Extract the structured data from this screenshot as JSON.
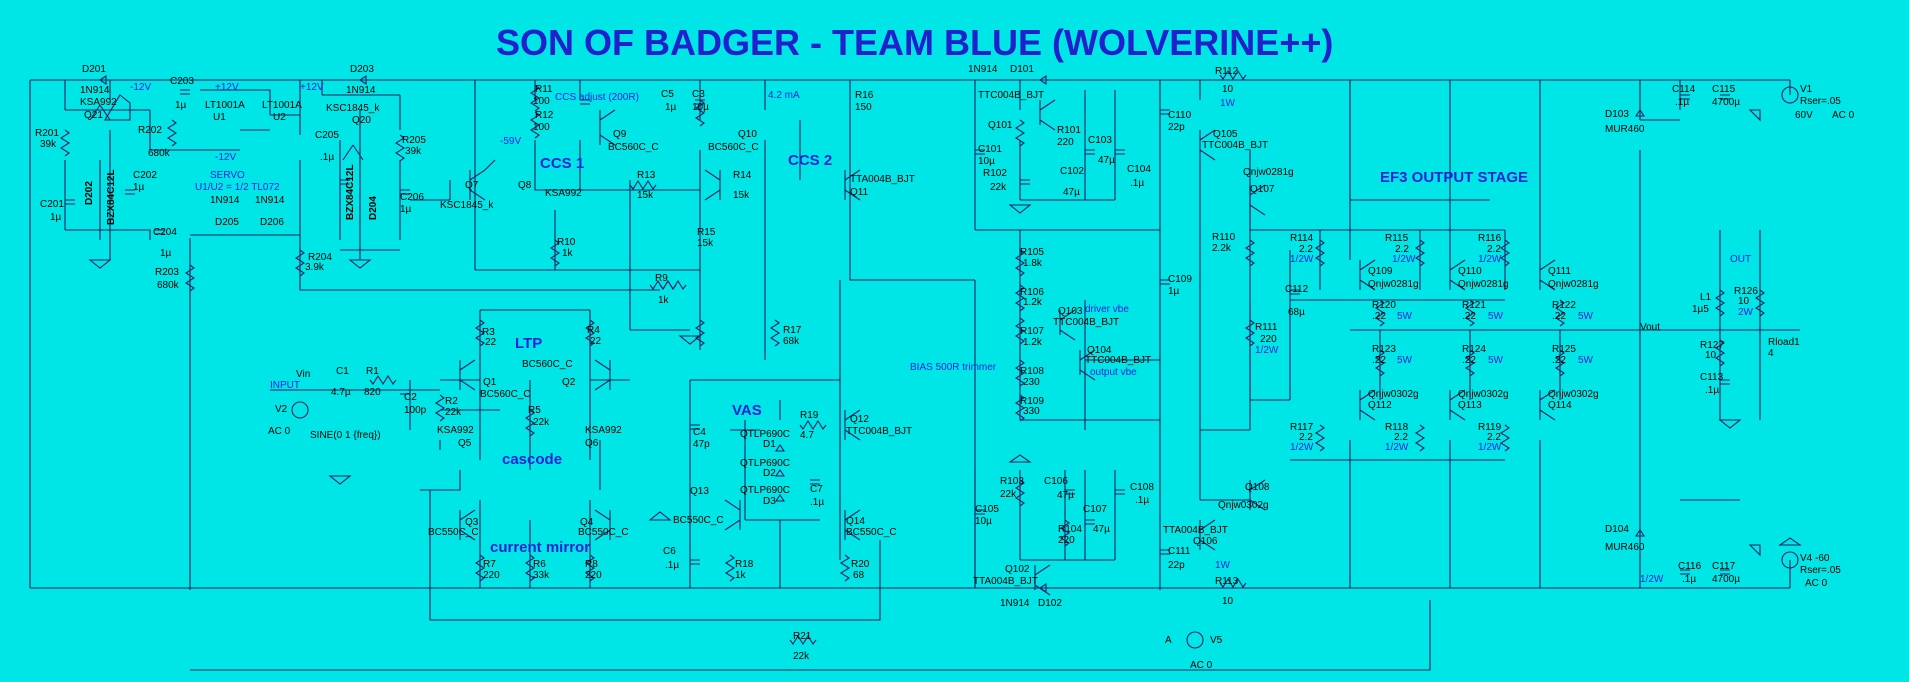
{
  "title": "SON OF BADGER - TEAM BLUE (WOLVERINE++)",
  "section_labels": {
    "ccs1": "CCS 1",
    "ccs2": "CCS 2",
    "ltp": "LTP",
    "cascode": "cascode",
    "current_mirror": "current mirror",
    "vas": "VAS",
    "ef3": "EF3 OUTPUT STAGE",
    "servo": "SERVO",
    "servo_note": "U1/U2 = 1/2 TL072",
    "ccs_adjust": "CCS adjust (200R)",
    "ccs2_current": "4.2 mA",
    "bias_trimmer": "BIAS 500R trimmer",
    "driver_vbe": "driver vbe",
    "output_vbe": "output vbe",
    "input": "INPUT",
    "out": "OUT",
    "vout": "Vout",
    "vin": "Vin"
  },
  "servo": {
    "D201": "D201",
    "D201_val": "1N914",
    "rail_m12": "-12V",
    "C203": "C203",
    "C203_val": "1µ",
    "U1": "U1",
    "U1_part": "LT1001A",
    "U2": "U2",
    "U2_part": "LT1001A",
    "rail_p12a": "+12V",
    "rail_p12b": "+12V",
    "rail_m12b": "-12V",
    "Q21": "Q21",
    "Q21_part": "KSA992",
    "R201": "R201",
    "R201_val": "39k",
    "R202": "R202",
    "R202_val": "680k",
    "C202": "C202",
    "C202_val": "1µ",
    "D202": "D202",
    "D202_part": "BZX84C12L",
    "C201": "C201",
    "C201_val": "1µ",
    "C204": "C204",
    "C204_val": "1µ",
    "D205": "D205",
    "D205_val": "1N914",
    "D206": "D206",
    "D206_val": "1N914",
    "R203": "R203",
    "R203_val": "680k",
    "D203": "D203",
    "D203_val": "1N914",
    "Q20": "Q20",
    "Q20_part": "KSC1845_k",
    "C205": "C205",
    "C205_val": ".1µ",
    "R205": "R205",
    "R205_val": "39k",
    "D204": "D204",
    "D204_part": "BZX84C12L",
    "C206": "C206",
    "C206_val": "1µ",
    "R204": "R204",
    "R204_val": "3.9k"
  },
  "input_stage": {
    "R11": "R11",
    "R11_val": "100",
    "R12": "R12",
    "R12_val": "100",
    "rail_m59": "-59V",
    "Q9": "Q9",
    "Q9_part": "BC560C_C",
    "Q7": "Q7",
    "Q7_part": "KSC1845_k",
    "Q8": "Q8",
    "Q8_part": "KSA992",
    "R13": "R13",
    "R13_val": "15k",
    "R10": "R10",
    "R10_val": "1k",
    "R9": "R9",
    "R9_val": "1k",
    "C5": "C5",
    "C5_val": "1µ",
    "C3": "C3",
    "C3_val": "10µ",
    "R15": "R15",
    "R15_val": "15k",
    "R3": "R3",
    "R3_val": "22",
    "R4": "R4",
    "R4_val": "22",
    "Q2_part": "BC560C_C",
    "Q1": "Q1",
    "Q1_part": "BC560C_C",
    "Q2": "Q2",
    "C1": "C1",
    "C1_val": "4.7µ",
    "R1": "R1",
    "R1_val": "820",
    "C2": "C2",
    "C2_val": "100p",
    "R2": "R2",
    "R2_val": "22k",
    "V2": "V2",
    "V2_ac": "AC 0",
    "V2_sine": "SINE(0 1 {freq})",
    "R5": "R5",
    "R5_val": "22k",
    "Q5": "Q5",
    "Q5_part": "KSA992",
    "Q6": "Q6",
    "Q6_part": "KSA992",
    "Q3": "Q3",
    "Q3_part": "BC550C_C",
    "Q4": "Q4",
    "Q4_part": "BC550C_C",
    "R7": "R7",
    "R7_val": "220",
    "R6": "R6",
    "R6_val": "33k",
    "R8": "R8",
    "R8_val": "220"
  },
  "vas": {
    "Q10": "Q10",
    "Q10_part": "BC560C_C",
    "R14": "R14",
    "R14_val": "15k",
    "R16": "R16",
    "R16_val": "150",
    "Q11": "Q11",
    "Q11_part": "TTA004B_BJT",
    "R17": "R17",
    "R17_val": "68k",
    "C4": "C4",
    "C4_val": "47p",
    "R19": "R19",
    "R19_val": "4.7",
    "Q12": "Q12",
    "Q12_part": "TTC004B_BJT",
    "D1": "D1",
    "D2": "D2",
    "D3": "D3",
    "led_part": "QTLP690C",
    "C7": "C7",
    "C7_val": ".1µ",
    "Q13": "Q13",
    "Q13_part": "BC550C_C",
    "Q14": "Q14",
    "Q14_part": "BC550C_C",
    "C6": "C6",
    "C6_val": ".1µ",
    "R18": "R18",
    "R18_val": "1k",
    "R20": "R20",
    "R20_val": "68"
  },
  "bias": {
    "D101": "D101",
    "D101_val": "1N914",
    "Q101": "Q101",
    "Q101_part": "TTC004B_BJT",
    "R101": "R101",
    "R101_val": "220",
    "C101": "C101",
    "C101_val": "10µ",
    "R102": "R102",
    "R102_val": "22k",
    "C102": "C102",
    "C102_val": "47µ",
    "C103": "C103",
    "C103_val": "47µ",
    "C104": "C104",
    "C104_val": ".1µ",
    "R105": "R105",
    "R105_val": "1.8k",
    "R106": "R106",
    "R106_val": "1.2k",
    "R107": "R107",
    "R107_val": "1.2k",
    "Q103": "Q103",
    "Q103_part": "TTC004B_BJT",
    "Q104": "Q104",
    "Q104_part": "TTC004B_BJT",
    "R108": "R108",
    "R108_val": "230",
    "R109": "R109",
    "R109_val": "330",
    "R103": "R103",
    "R103_val": "22k",
    "C105": "C105",
    "C105_val": "10µ",
    "C106": "C106",
    "C106_val": "47µ",
    "C107": "C107",
    "C107_val": "47µ",
    "R104": "R104",
    "R104_val": "220",
    "C108": "C108",
    "C108_val": ".1µ",
    "Q102": "Q102",
    "Q102_part": "TTA004B_BJT",
    "D102": "D102",
    "D102_val": "1N914"
  },
  "output": {
    "C110": "C110",
    "C110_val": "22p",
    "R112": "R112",
    "R112_val": "10",
    "R112_w": "1W",
    "Q105": "Q105",
    "Q105_part": "TTC004B_BJT",
    "Q107": "Q107",
    "Q107_part": "Qnjw0281g",
    "R110": "R110",
    "R110_val": "2.2k",
    "C109": "C109",
    "C109_val": "1µ",
    "R111": "R111",
    "R111_val": "220",
    "R111_w": "1/2W",
    "C112": "C112",
    "C112_val": "68µ",
    "Q108": "Q108",
    "Q108_part": "Qnjw0302g",
    "Q106": "Q106",
    "Q106_part": "TTA004B_BJT",
    "C111": "C111",
    "C111_val": "22p",
    "R113": "R113",
    "R113_val": "10",
    "R113_w": "1W",
    "R114": "R114",
    "R114_val": "2.2",
    "R114_w": "1/2W",
    "R115": "R115",
    "R115_val": "2.2",
    "R115_w": "1/2W",
    "R116": "R116",
    "R116_val": "2.2",
    "R116_w": "1/2W",
    "Q109": "Q109",
    "Q109_part": "Qnjw0281g",
    "Q110": "Q110",
    "Q110_part": "Qnjw0281g",
    "Q111": "Q111",
    "Q111_part": "Qnjw0281g",
    "R120": "R120",
    "R120_val": ".22",
    "R120_w": "5W",
    "R121": "R121",
    "R121_val": ".22",
    "R121_w": "5W",
    "R122": "R122",
    "R122_val": ".22",
    "R122_w": "5W",
    "R123": "R123",
    "R123_val": ".22",
    "R123_w": "5W",
    "R124": "R124",
    "R124_val": ".22",
    "R124_w": "5W",
    "R125": "R125",
    "R125_val": ".22",
    "R125_w": "5W",
    "Q112": "Q112",
    "Q112_part": "Qnjw0302g",
    "Q113": "Q113",
    "Q113_part": "Qnjw0302g",
    "Q114": "Q114",
    "Q114_part": "Qnjw0302g",
    "R117": "R117",
    "R117_val": "2.2",
    "R117_w": "1/2W",
    "R118": "R118",
    "R118_val": "2.2",
    "R118_w": "1/2W",
    "R119": "R119",
    "R119_val": "2.2",
    "R119_w": "1/2W",
    "L1": "L1",
    "L1_val": "1µ5",
    "R126": "R126",
    "R126_val": "10",
    "R126_w": "2W",
    "R127": "R127",
    "R127_val": "10",
    "C113": "C113",
    "C113_val": ".1µ",
    "Rload": "Rload1",
    "Rload_val": "4"
  },
  "supply": {
    "V1": "V1",
    "V1_rser": "Rser=.05",
    "V1_val": "60V",
    "V1_ac": "AC 0",
    "C114": "C114",
    "C114_val": ".1µ",
    "C115": "C115",
    "C115_val": "4700µ",
    "D103": "D103",
    "D103_part": "MUR460",
    "D104": "D104",
    "D104_part": "MUR460",
    "C116": "C116",
    "C116_val": ".1µ",
    "C116_w": "1/2W",
    "C117": "C117",
    "C117_val": "4700µ",
    "V4": "V4 -60",
    "V4_rser": "Rser=.05",
    "V4_ac": "AC 0",
    "R21": "R21",
    "R21_val": "22k",
    "V5": "V5",
    "V5_ac": "AC 0",
    "V5_a": "A"
  }
}
